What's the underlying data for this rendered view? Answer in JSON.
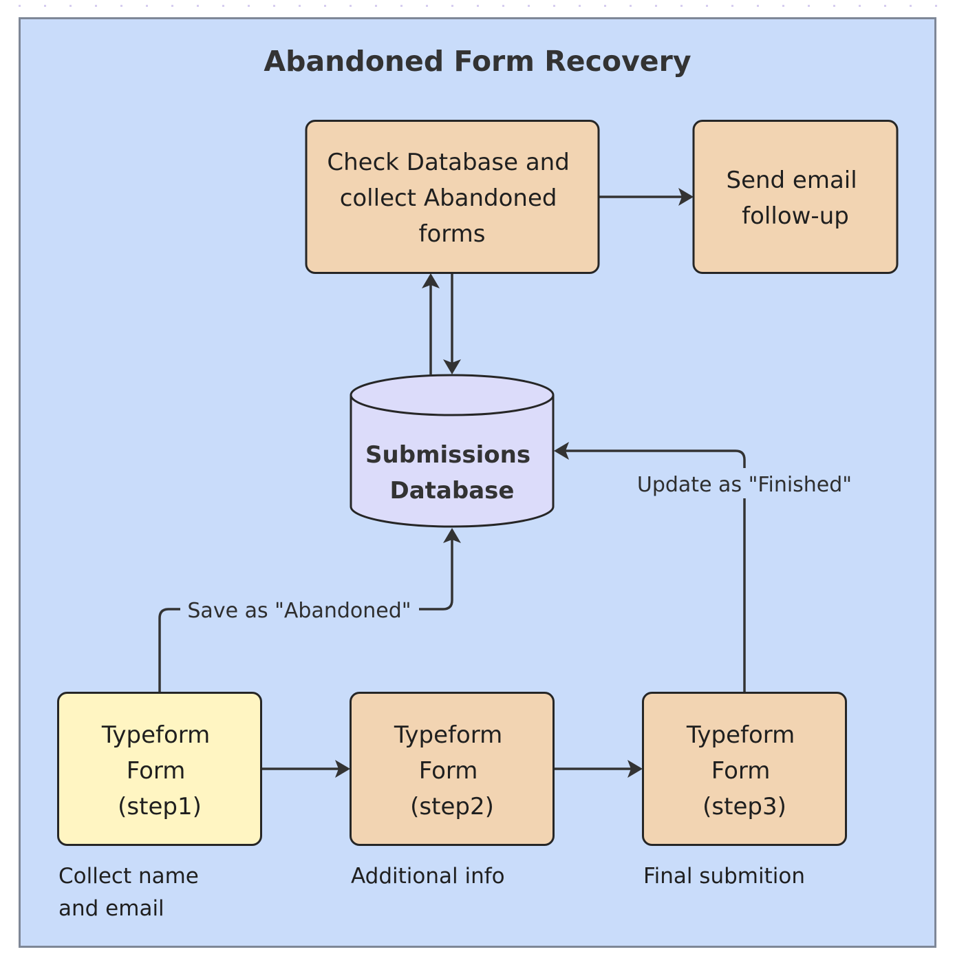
{
  "diagram": {
    "title": "Abandoned Form Recovery",
    "colors": {
      "canvas_dots": "#d6cdf0",
      "frame_fill": "#c9dcfa",
      "frame_border": "#7e8797",
      "process_fill": "#f2d4b2",
      "start_fill": "#fff5c2",
      "database_fill": "#dcdcfa",
      "stroke": "#262626",
      "text": "#1f1f1f"
    },
    "nodes": {
      "check_db": {
        "lines": [
          "Check Database and",
          "collect Abandoned",
          "forms"
        ],
        "shape": "rounded-rect"
      },
      "send_email": {
        "lines": [
          "Send email",
          "follow-up"
        ],
        "shape": "rounded-rect"
      },
      "database": {
        "lines": [
          "Submissions",
          "Database"
        ],
        "shape": "cylinder"
      },
      "step1": {
        "lines": [
          "Typeform",
          "Form",
          "(step1)"
        ],
        "shape": "rounded-rect"
      },
      "step2": {
        "lines": [
          "Typeform",
          "Form",
          "(step2)"
        ],
        "shape": "rounded-rect"
      },
      "step3": {
        "lines": [
          "Typeform",
          "Form",
          "(step3)"
        ],
        "shape": "rounded-rect"
      }
    },
    "notes": {
      "step1": [
        "Collect name",
        "and email"
      ],
      "step2": [
        "Additional info"
      ],
      "step3": [
        "Final submition"
      ]
    },
    "edges": [
      {
        "from": "check_db",
        "to": "send_email",
        "label": ""
      },
      {
        "from": "database",
        "to": "check_db",
        "label": ""
      },
      {
        "from": "check_db",
        "to": "database",
        "label": ""
      },
      {
        "from": "step1",
        "to": "database",
        "label": "Save as \"Abandoned\""
      },
      {
        "from": "step3",
        "to": "database",
        "label": "Update as \"Finished\""
      },
      {
        "from": "step1",
        "to": "step2",
        "label": ""
      },
      {
        "from": "step2",
        "to": "step3",
        "label": ""
      }
    ]
  }
}
